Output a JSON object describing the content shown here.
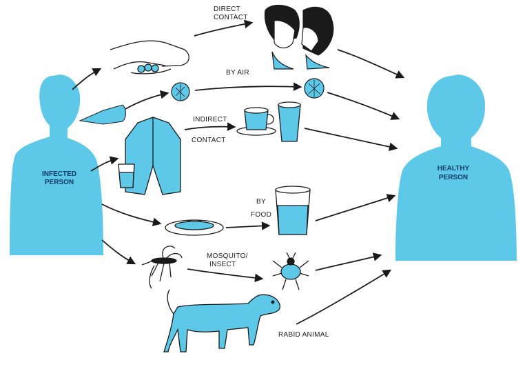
{
  "colors": {
    "figure": "#5ec8e8",
    "figure_dark": "#3aaed3",
    "ink": "#1a1a1a",
    "label_text": "#0d3b66",
    "background": "#ffffff"
  },
  "figures": {
    "infected": {
      "line1": "INFECTED",
      "line2": "PERSON"
    },
    "healthy": {
      "line1": "HEALTHY",
      "line2": "PERSON"
    }
  },
  "routes": {
    "direct_contact": {
      "line1": "DIRECT",
      "line2": "CONTACT"
    },
    "by_air": {
      "label": "BY AIR"
    },
    "indirect_contact": {
      "line1": "INDIRECT",
      "line2": "CONTACT"
    },
    "by_food": {
      "line1": "BY",
      "line2": "FOOD"
    },
    "mosquito_insect": {
      "line1": "MOSQUITO/",
      "line2": "INSECT"
    },
    "rabid_animal": {
      "label": "RABID ANIMAL"
    }
  },
  "icons": [
    "handshake-icon",
    "kissing-couple-icon",
    "germ-icon",
    "cup-and-saucer-icon",
    "glass-icon",
    "jacket-icon",
    "plate-icon",
    "mosquito-icon",
    "tick-icon",
    "dog-icon"
  ]
}
